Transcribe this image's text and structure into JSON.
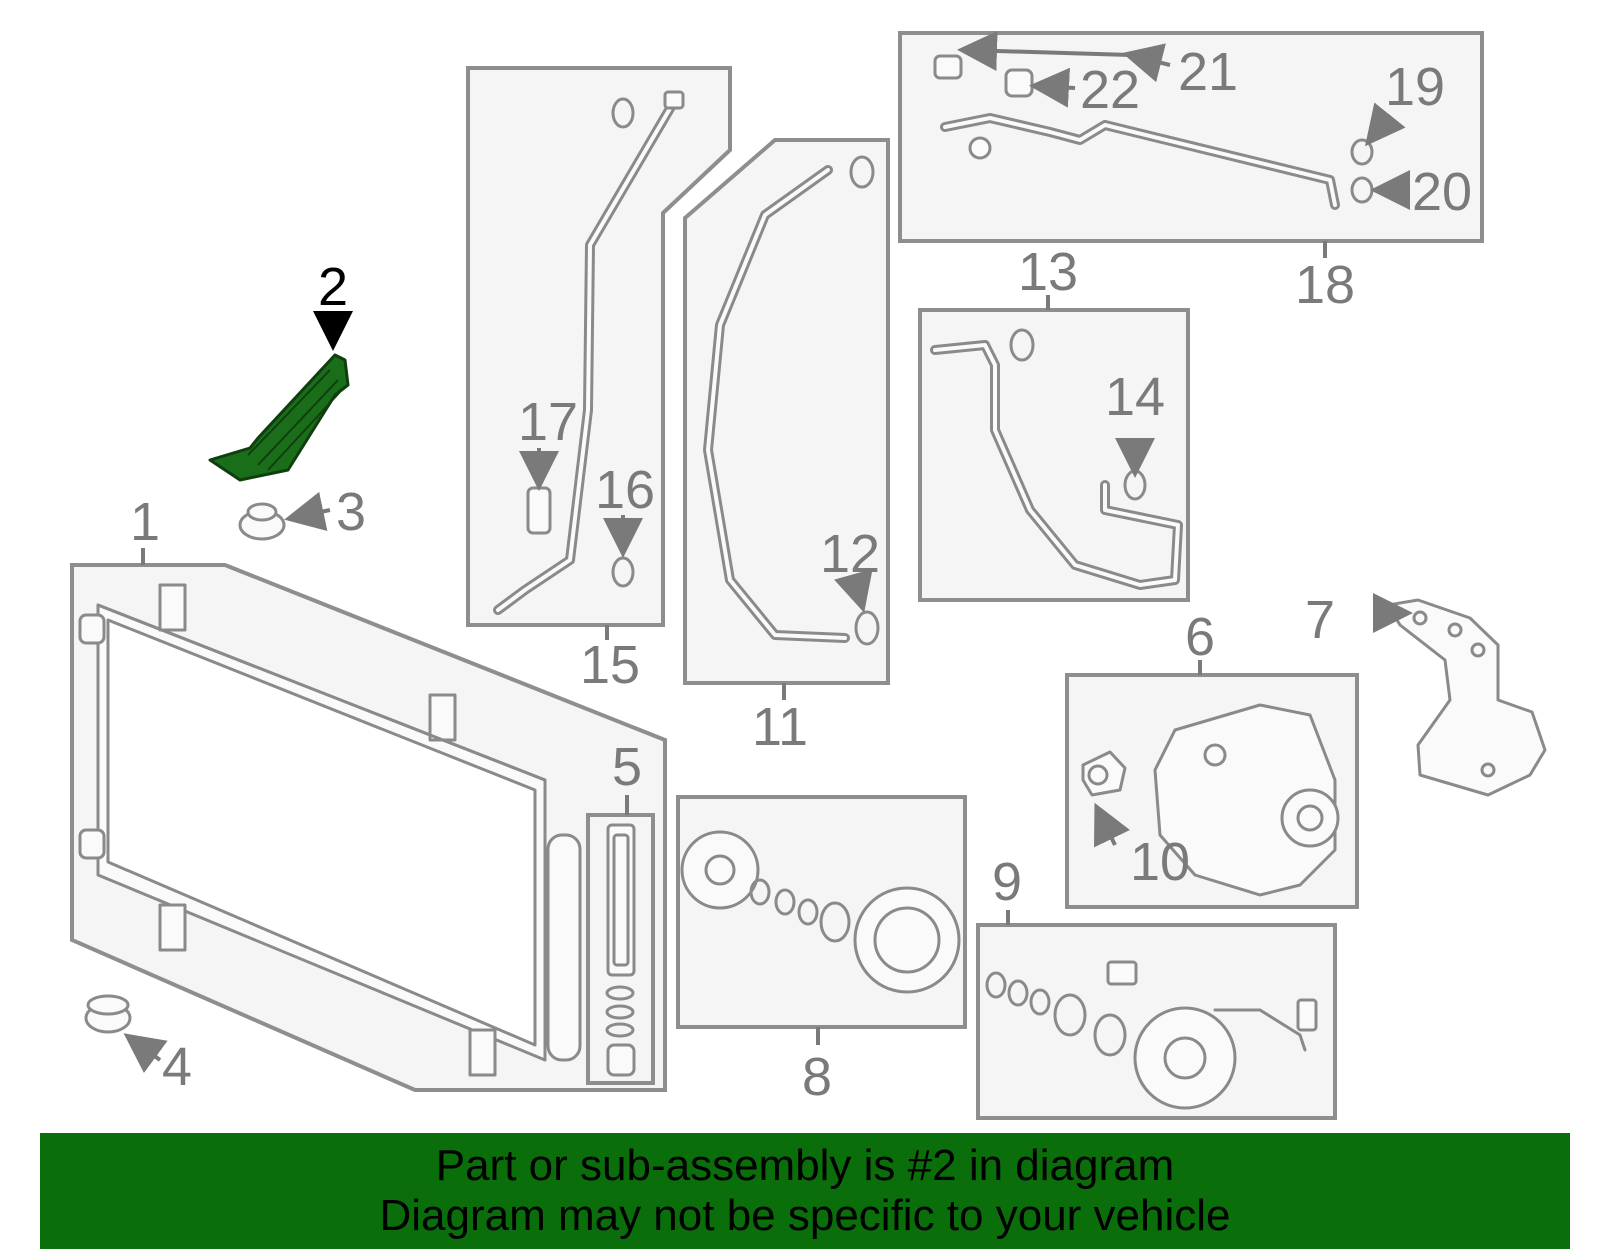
{
  "diagram": {
    "callouts": [
      "1",
      "2",
      "3",
      "4",
      "5",
      "6",
      "7",
      "8",
      "9",
      "10",
      "11",
      "12",
      "13",
      "14",
      "15",
      "16",
      "17",
      "18",
      "19",
      "20",
      "21",
      "22"
    ],
    "highlighted_part": "2",
    "highlight_color": "#1a6e1a"
  },
  "banner": {
    "line1": "Part or sub-assembly is #2 in diagram",
    "line2": "Diagram may not be specific to your vehicle",
    "background": "#0a6e0a"
  }
}
